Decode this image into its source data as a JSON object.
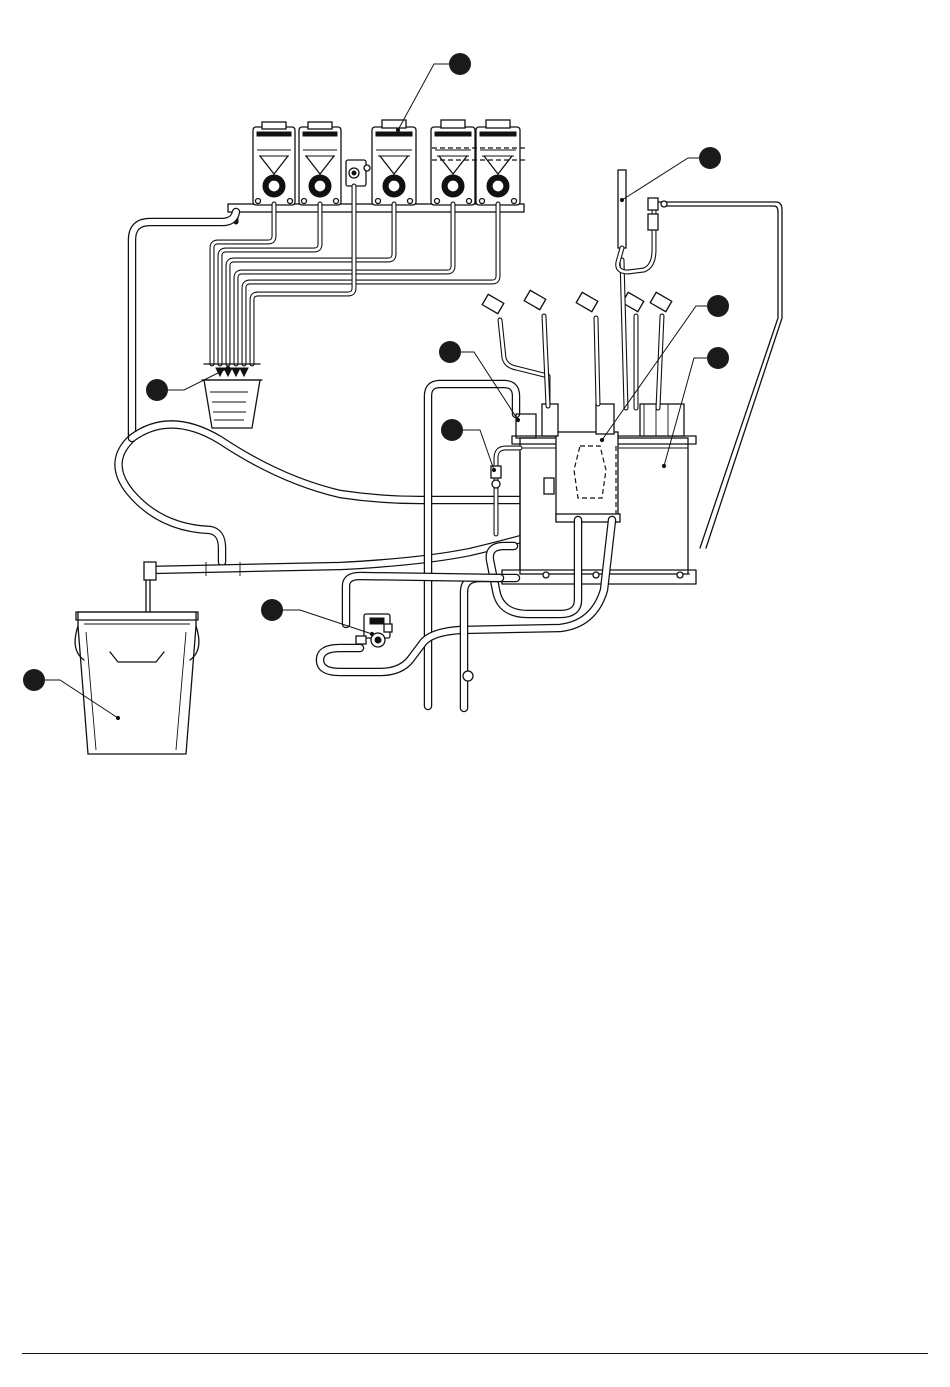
{
  "diagram": {
    "callouts": [
      {
        "id": "pump-callout"
      },
      {
        "id": "inlet-tube-callout"
      },
      {
        "id": "cup-callout"
      },
      {
        "id": "sensor-callout"
      },
      {
        "id": "heater-callout"
      },
      {
        "id": "tank-callout"
      },
      {
        "id": "fill-valve-callout"
      },
      {
        "id": "drain-valve-callout"
      },
      {
        "id": "bucket-callout"
      }
    ]
  }
}
